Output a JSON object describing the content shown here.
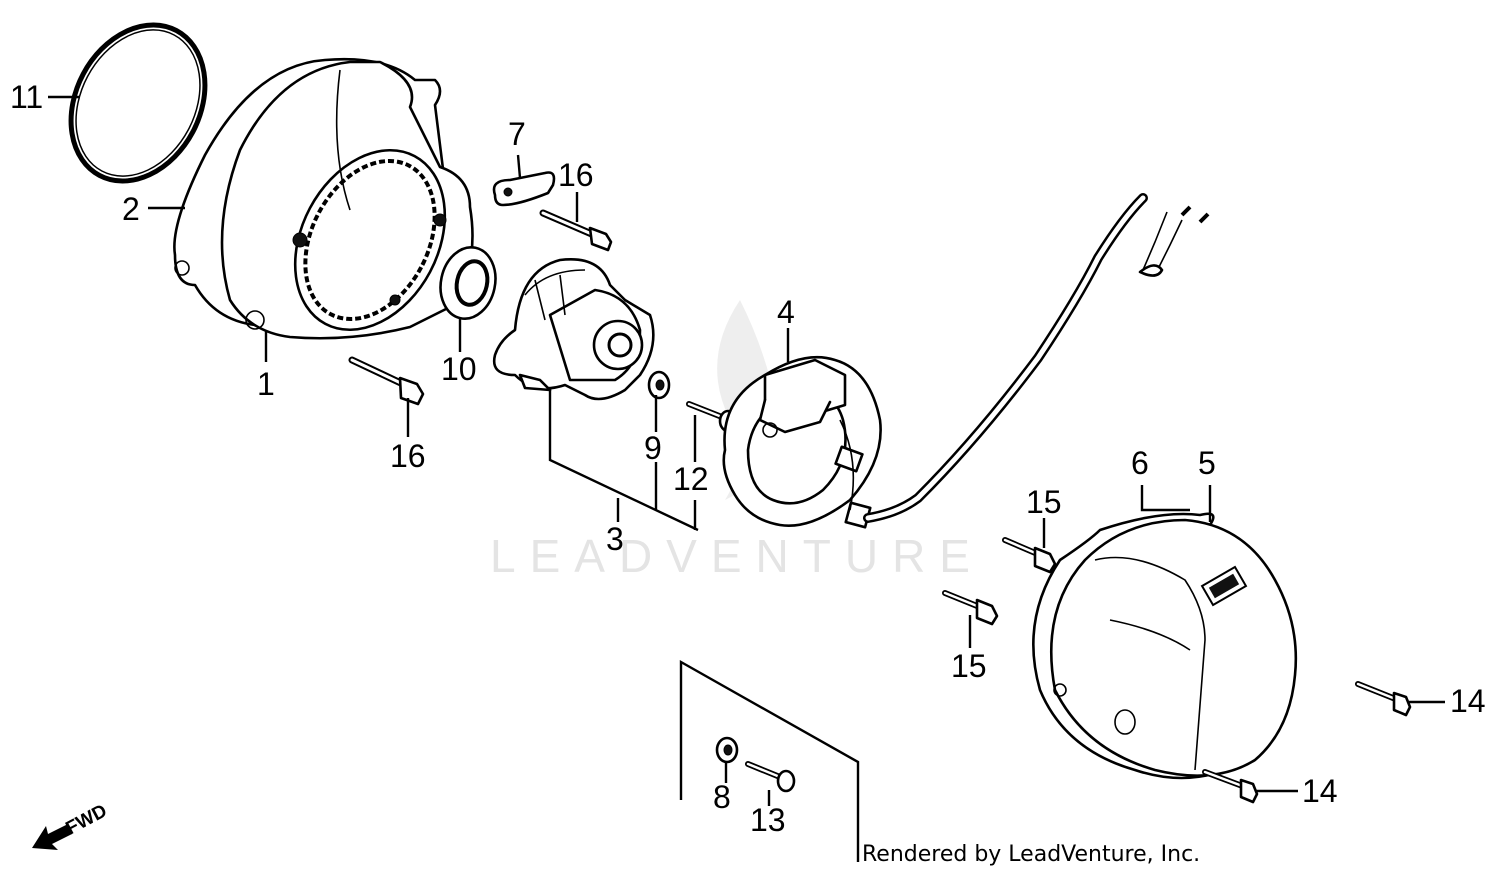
{
  "watermark": "LEADVENTURE",
  "credit": "Rendered by LeadVenture, Inc.",
  "fwd_label": "FWD",
  "callouts": [
    {
      "id": "c11",
      "text": "11"
    },
    {
      "id": "c2",
      "text": "2"
    },
    {
      "id": "c1",
      "text": "1"
    },
    {
      "id": "c7",
      "text": "7"
    },
    {
      "id": "c16a",
      "text": "16"
    },
    {
      "id": "c16b",
      "text": "16"
    },
    {
      "id": "c10",
      "text": "10"
    },
    {
      "id": "c9",
      "text": "9"
    },
    {
      "id": "c12",
      "text": "12"
    },
    {
      "id": "c3",
      "text": "3"
    },
    {
      "id": "c4",
      "text": "4"
    },
    {
      "id": "c6",
      "text": "6"
    },
    {
      "id": "c5",
      "text": "5"
    },
    {
      "id": "c15a",
      "text": "15"
    },
    {
      "id": "c15b",
      "text": "15"
    },
    {
      "id": "c14a",
      "text": "14"
    },
    {
      "id": "c14b",
      "text": "14"
    },
    {
      "id": "c8",
      "text": "8"
    },
    {
      "id": "c13",
      "text": "13"
    }
  ]
}
